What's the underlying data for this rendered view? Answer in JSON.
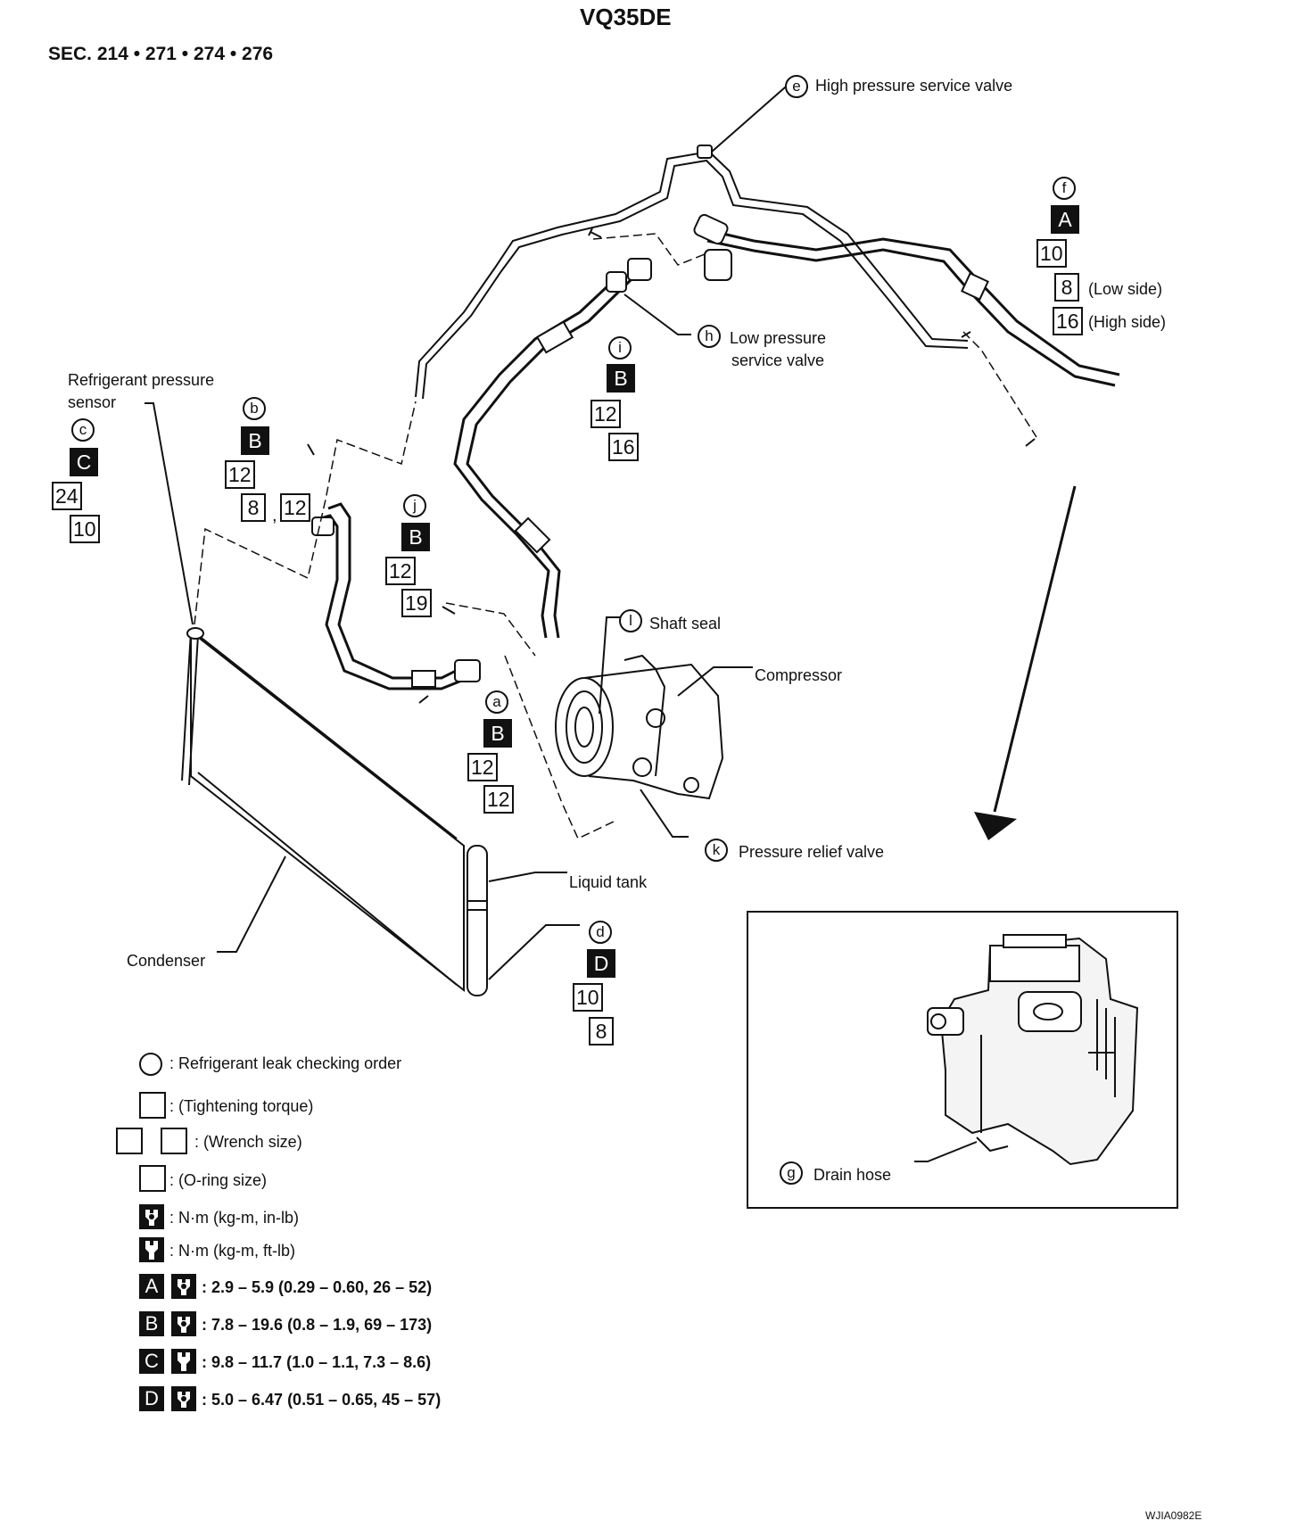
{
  "title": "VQ35DE",
  "section": "SEC. 214 • 271 • 274 • 276",
  "figure_id": "WJIA0982E",
  "labels": {
    "high_pressure_valve": "High pressure service valve",
    "low_pressure_valve_1": "Low pressure",
    "low_pressure_valve_2": "service valve",
    "sensor_1": "Refrigerant pressure",
    "sensor_2": "sensor",
    "shaft_seal": "Shaft seal",
    "compressor": "Compressor",
    "pressure_relief": "Pressure relief valve",
    "liquid_tank": "Liquid tank",
    "condenser": "Condenser",
    "drain_hose": "Drain hose",
    "low_side": "(Low side)",
    "high_side": "(High side)",
    "comma": ","
  },
  "callouts": {
    "a": "a",
    "b": "b",
    "c": "c",
    "d": "d",
    "e": "e",
    "f": "f",
    "g": "g",
    "h": "h",
    "i": "i",
    "j": "j",
    "k": "k",
    "l": "l"
  },
  "torque": {
    "A": "A",
    "B": "B",
    "C": "C",
    "D": "D"
  },
  "sizes": {
    "f_wrench": "10",
    "f_low": "8",
    "f_high": "16",
    "h_wrench": "12",
    "h_oring": "16",
    "b_wrench": "12",
    "b_oring1": "8",
    "b_oring2": "12",
    "c_wrench": "24",
    "c_oring": "10",
    "j_wrench": "12",
    "j_oring": "19",
    "a_wrench": "12",
    "a_oring": "12",
    "d_wrench": "10",
    "d_oring": "8"
  },
  "legend": {
    "leak_order": ": Refrigerant leak checking order",
    "tightening": ": (Tightening torque)",
    "wrench": ": (Wrench size)",
    "oring": ": (O-ring size)",
    "nm_inlb": ": N·m (kg-m, in-lb)",
    "nm_ftlb": ": N·m (kg-m, ft-lb)",
    "spec_A": ": 2.9 – 5.9 (0.29 – 0.60, 26 – 52)",
    "spec_B": ": 7.8 – 19.6 (0.8 – 1.9, 69 – 173)",
    "spec_C": ": 9.8 – 11.7 (1.0 – 1.1, 7.3 – 8.6)",
    "spec_D": ": 5.0 – 6.47 (0.51 – 0.65, 45 – 57)"
  },
  "icons": {
    "wrench_inlb": "torque-wrench-inlb-icon",
    "wrench_ftlb": "torque-wrench-ftlb-icon"
  }
}
